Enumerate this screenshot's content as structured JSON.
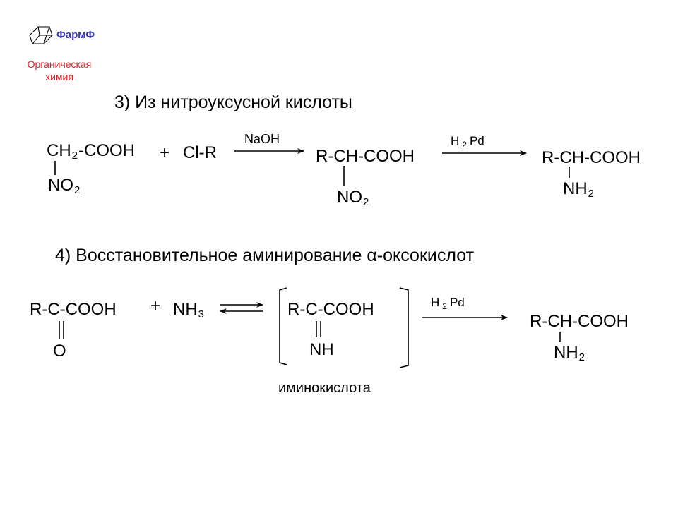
{
  "logo": {
    "brand": "ФармФ",
    "line1": "Органическая",
    "line2": "химия"
  },
  "section3": {
    "title": "3) Из нитроуксусной кислоты",
    "reactant1_main": "CH",
    "reactant1_sub": "2",
    "reactant1_rest": "-COOH",
    "reactant1_group": "NO",
    "reactant1_group_sub": "2",
    "plus": "+",
    "reactant2": "Cl-R",
    "reagent1": "NaOH",
    "intermediate_main": "R-CH-COOH",
    "intermediate_group": "NO",
    "intermediate_group_sub": "2",
    "reagent2_h": "H",
    "reagent2_sub": "2",
    "reagent2_pd": "Pd",
    "product_main": "R-CH-COOH",
    "product_group": "NH",
    "product_group_sub": "2"
  },
  "section4": {
    "title": "4) Восстановительное аминирование α-оксокислот",
    "reactant1_main": "R-C-COOH",
    "reactant1_group": "O",
    "plus": "+",
    "reactant2": "NH",
    "reactant2_sub": "3",
    "intermediate_main": "R-C-COOH",
    "intermediate_group": "NH",
    "intermediate_label": "иминокислота",
    "reagent_h": "H",
    "reagent_sub": "2",
    "reagent_pd": "Pd",
    "product_main": "R-CH-COOH",
    "product_group": "NH",
    "product_group_sub": "2"
  },
  "colors": {
    "brand": "#3a3ab0",
    "logo_subtitle": "#d6202a",
    "ink": "#000000"
  }
}
